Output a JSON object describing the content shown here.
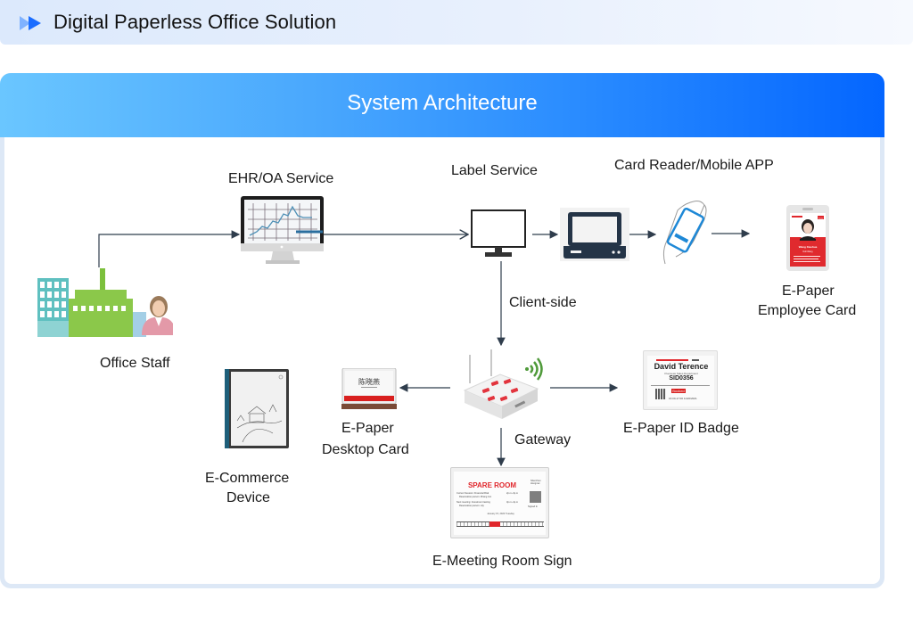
{
  "header": {
    "title": "Digital Paperless Office Solution",
    "icon": "double-play-icon",
    "accent_color": "#1a6dff"
  },
  "panel": {
    "title": "System Architecture",
    "gradient_start": "#6ac6ff",
    "gradient_end": "#0466ff"
  },
  "nodes": {
    "office_staff": {
      "label": "Office Staff"
    },
    "ehr_oa": {
      "label": "EHR/OA Service"
    },
    "label_service": {
      "label": "Label Service"
    },
    "card_reader": {
      "label": "Card Reader/Mobile APP"
    },
    "employee_card": {
      "label_line1": "E-Paper",
      "label_line2": "Employee Card",
      "card_name": "Wang Xiaohua",
      "card_sub": "Doll Wang",
      "card_tag": "Visitor"
    },
    "client_side": {
      "label": "Client-side"
    },
    "gateway": {
      "label": "Gateway"
    },
    "desktop_card": {
      "label_line1": "E-Paper",
      "label_line2": "Desktop Card",
      "card_name": "陈晓燕"
    },
    "id_badge": {
      "label": "E-Paper ID Badge",
      "name": "David Terence",
      "department": "Overseas Sales Department",
      "sid": "SID0356",
      "status": "Booked",
      "time": "16:00-17:00 11/20/2021"
    },
    "ecommerce": {
      "label_line1": "E-Commerce",
      "label_line2": "Device"
    },
    "meeting_sign": {
      "label": "E-Meeting Room Sign",
      "room": "SPARE ROOM",
      "location": "Shenzhen Hongmei",
      "session1": "Current Session: Financial Risk",
      "session1_person": "Reservation person: Zhang Jun",
      "session1_time": "2p.m~3p.m",
      "session2": "Next meeting: Investment tasting",
      "session2_person": "Reservation person: Lily",
      "session2_time": "3p.m~4p.m",
      "signed": "Signed In",
      "date": "January 15, 2022 Tuesday"
    }
  }
}
